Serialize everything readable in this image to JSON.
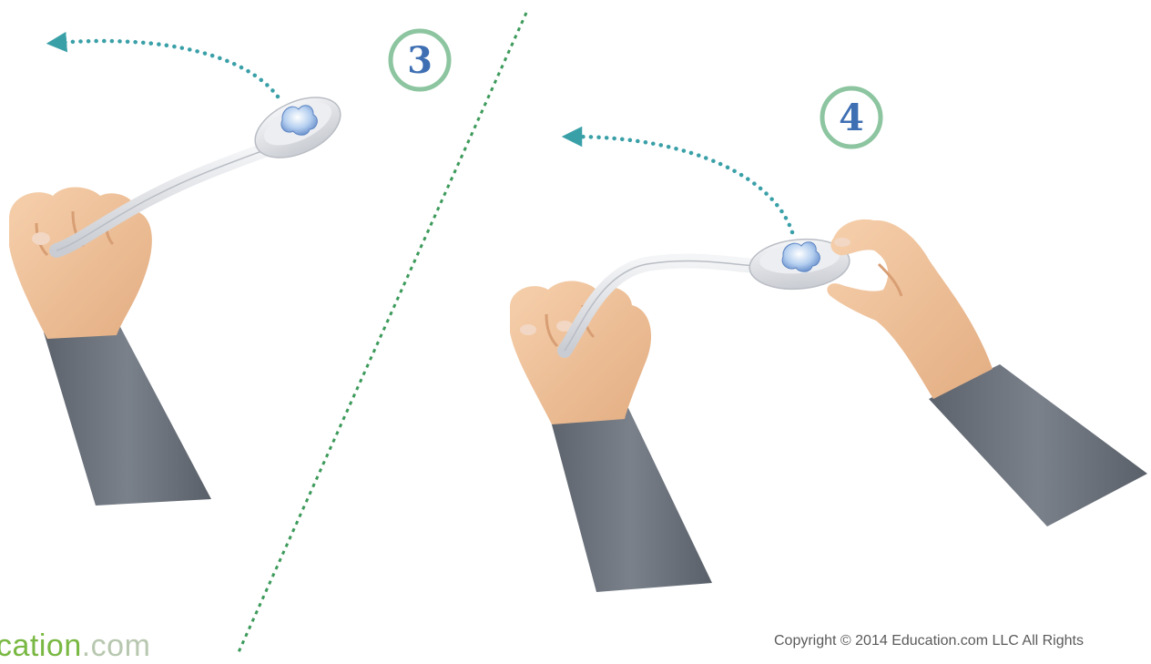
{
  "steps": [
    {
      "number": "3"
    },
    {
      "number": "4"
    }
  ],
  "logo": {
    "main": "cation",
    "suffix": ".com"
  },
  "copyright": "Copyright © 2014 Education.com LLC All Rights",
  "colors": {
    "step_circle": "#8cc5a0",
    "step_number": "#3f6fb3",
    "arrow": "#3aa0a8",
    "divider": "#3c9a5a",
    "skin": "#f0c39a",
    "sleeve": "#6f7680",
    "spoon": "#e4e6ea",
    "ice": "#9dc0ea",
    "logo": "#79b843"
  }
}
